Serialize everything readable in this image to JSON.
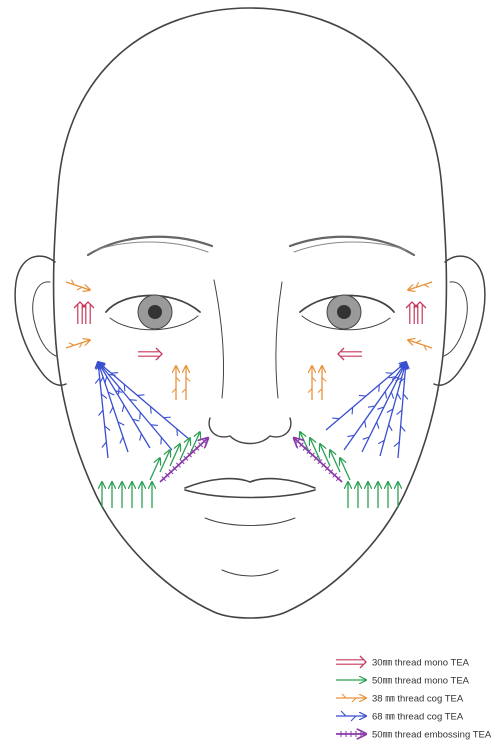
{
  "colors": {
    "mono30": "#c8385a",
    "mono50": "#2aa052",
    "cog38": "#e8923c",
    "cog68": "#3a4fd0",
    "emboss50": "#8a3aa8",
    "line": "#444444"
  },
  "legend": [
    {
      "key": "mono30",
      "label": "30㎜ thread mono TEA"
    },
    {
      "key": "mono50",
      "label": "50㎜ thread mono TEA"
    },
    {
      "key": "cog38",
      "label": "38 ㎜ thread cog TEA"
    },
    {
      "key": "cog68",
      "label": "68 ㎜ thread cog TEA"
    },
    {
      "key": "emboss50",
      "label": "50㎜ thread embossing TEA"
    }
  ]
}
